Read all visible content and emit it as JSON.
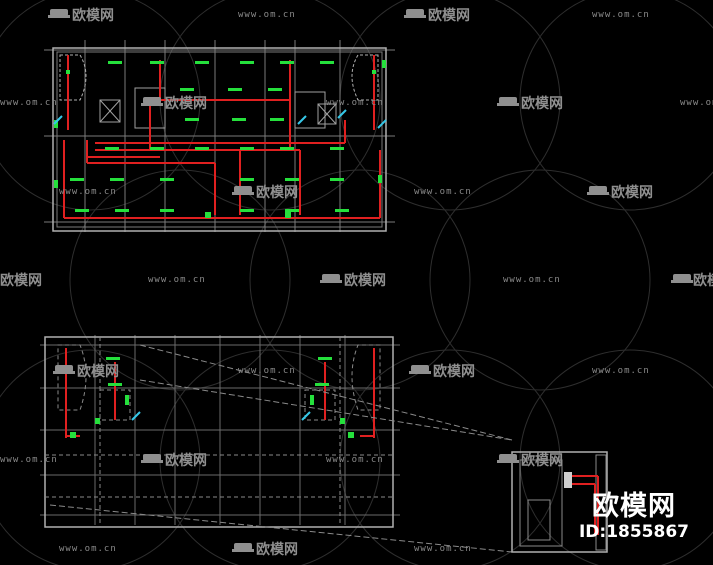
{
  "watermark": {
    "site": "www.om.cn",
    "logo_text": "欧模网"
  },
  "brand": {
    "name": "欧模网",
    "id_label": "ID:1855867"
  },
  "colors": {
    "background": "#000000",
    "wall_grey": "#9a9a9a",
    "pipe_red": "#e02020",
    "fixture_green": "#25e03c",
    "accent_cyan": "#35c8e8",
    "watermark": "#8a8a8a"
  },
  "icons": {
    "logo_mark": "sofa-icon"
  }
}
